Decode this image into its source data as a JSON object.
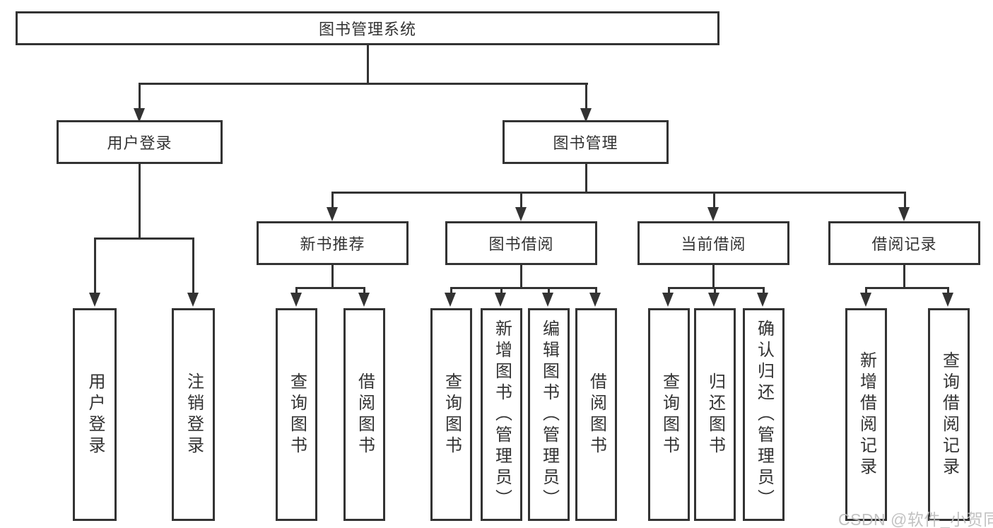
{
  "tree": {
    "root": "图书管理系统",
    "branches": [
      {
        "label": "用户登录",
        "leaves": [
          "用户登录",
          "注销登录"
        ]
      },
      {
        "label": "图书管理",
        "groups": [
          {
            "label": "新书推荐",
            "leaves": [
              "查询图书",
              "借阅图书"
            ]
          },
          {
            "label": "图书借阅",
            "leaves": [
              "查询图书",
              "新增图书（管理员）",
              "编辑图书（管理员）",
              "借阅图书"
            ]
          },
          {
            "label": "当前借阅",
            "leaves": [
              "查询图书",
              "归还图书",
              "确认归还（管理员）"
            ]
          },
          {
            "label": "借阅记录",
            "leaves": [
              "新增借阅记录",
              "查询借阅记录"
            ]
          }
        ]
      }
    ]
  },
  "watermark": "CSDN @软件_小贺同学",
  "colors": {
    "line": "#333333",
    "text": "#333333",
    "background": "#ffffff",
    "watermark": "#bdbdbd"
  }
}
